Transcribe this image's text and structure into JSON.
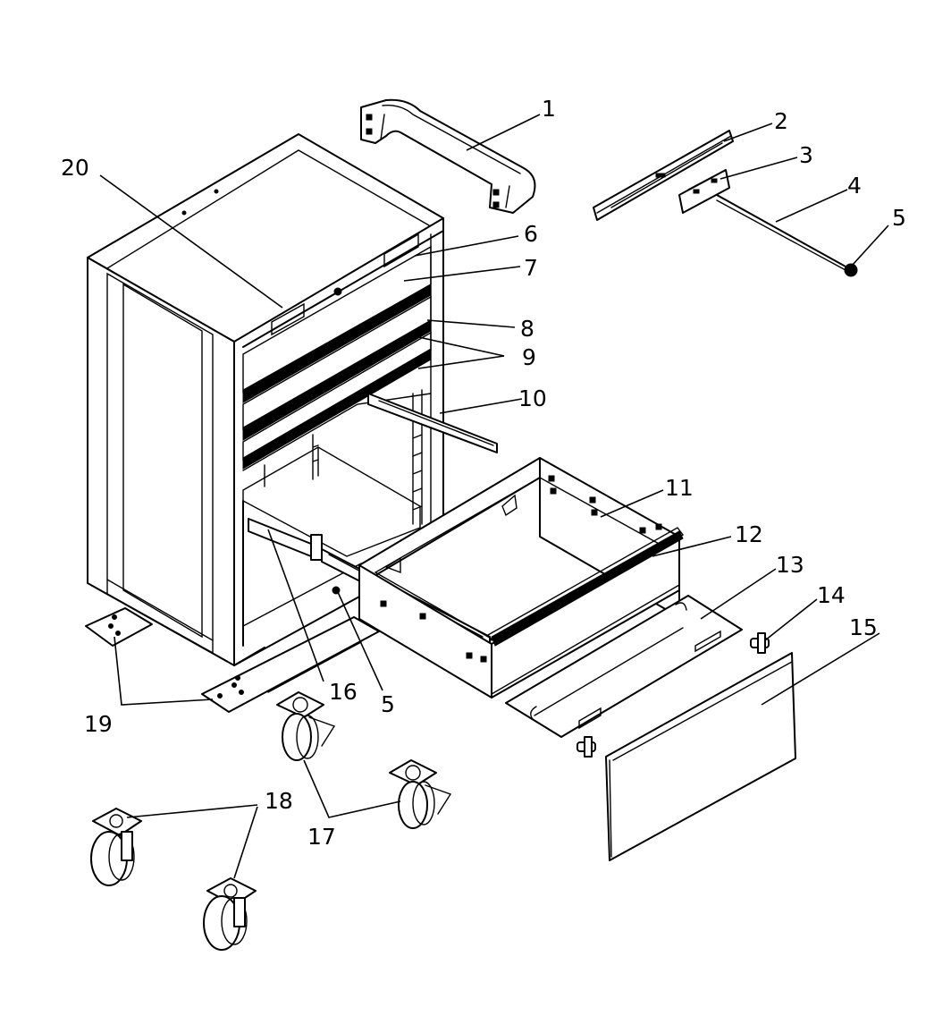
{
  "callouts": {
    "c1": "1",
    "c2": "2",
    "c3": "3",
    "c4": "4",
    "c5a": "5",
    "c6": "6",
    "c7": "7",
    "c8": "8",
    "c9": "9",
    "c10": "10",
    "c11": "11",
    "c12": "12",
    "c13": "13",
    "c14": "14",
    "c15": "15",
    "c16": "16",
    "c5b": "5",
    "c17": "17",
    "c18": "18",
    "c19": "19",
    "c20": "20"
  }
}
